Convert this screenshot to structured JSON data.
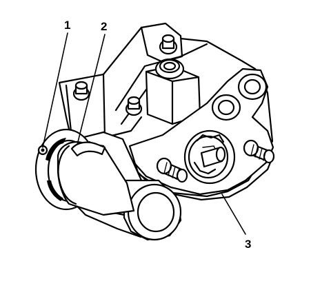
{
  "callouts": [
    {
      "number": "1",
      "id": "callout-1"
    },
    {
      "number": "2",
      "id": "callout-2"
    },
    {
      "number": "3",
      "id": "callout-3"
    }
  ]
}
